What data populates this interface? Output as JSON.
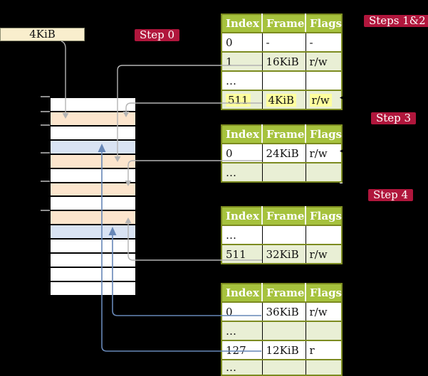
{
  "frame_size_box": {
    "label": "4KiB"
  },
  "step_badges": {
    "step0": "Step 0",
    "steps_1_2": "Steps 1&2",
    "step3": "Step 3",
    "step4": "Step 4"
  },
  "page_tables": [
    {
      "name": "page-table-at-4kib",
      "headers": [
        "Index",
        "Frame",
        "Flags"
      ],
      "rows": [
        {
          "cells": [
            "0",
            "-",
            "-"
          ],
          "shaded": false,
          "highlight": false
        },
        {
          "cells": [
            "1",
            "16KiB",
            "r/w"
          ],
          "shaded": true,
          "highlight": false
        },
        {
          "cells": [
            "…",
            "",
            ""
          ],
          "shaded": false,
          "highlight": false
        },
        {
          "cells": [
            "511",
            "4KiB",
            "r/w"
          ],
          "shaded": true,
          "highlight": true
        }
      ]
    },
    {
      "name": "page-table-at-16kib",
      "headers": [
        "Index",
        "Frame",
        "Flags"
      ],
      "rows": [
        {
          "cells": [
            "0",
            "24KiB",
            "r/w"
          ],
          "shaded": false,
          "highlight": false
        },
        {
          "cells": [
            "…",
            "",
            ""
          ],
          "shaded": true,
          "highlight": false
        }
      ]
    },
    {
      "name": "page-table-at-24kib",
      "headers": [
        "Index",
        "Frame",
        "Flags"
      ],
      "rows": [
        {
          "cells": [
            "…",
            "",
            ""
          ],
          "shaded": false,
          "highlight": false
        },
        {
          "cells": [
            "511",
            "32KiB",
            "r/w"
          ],
          "shaded": true,
          "highlight": false
        }
      ]
    },
    {
      "name": "page-table-at-32kib",
      "headers": [
        "Index",
        "Frame",
        "Flags"
      ],
      "rows": [
        {
          "cells": [
            "0",
            "36KiB",
            "r/w"
          ],
          "shaded": false,
          "highlight": false
        },
        {
          "cells": [
            "…",
            "",
            ""
          ],
          "shaded": true,
          "highlight": false
        },
        {
          "cells": [
            "127",
            "12KiB",
            "r"
          ],
          "shaded": false,
          "highlight": false
        },
        {
          "cells": [
            "…",
            "",
            ""
          ],
          "shaded": true,
          "highlight": false
        }
      ]
    }
  ],
  "memory_column": {
    "rows": [
      {
        "kind": "free"
      },
      {
        "kind": "page-table"
      },
      {
        "kind": "free"
      },
      {
        "kind": "mapped-page"
      },
      {
        "kind": "page-table"
      },
      {
        "kind": "free"
      },
      {
        "kind": "page-table"
      },
      {
        "kind": "free"
      },
      {
        "kind": "page-table"
      },
      {
        "kind": "mapped-page"
      },
      {
        "kind": "free"
      },
      {
        "kind": "free"
      },
      {
        "kind": "free"
      },
      {
        "kind": "free"
      }
    ]
  },
  "colors": {
    "background": "#000000",
    "badge_red": "#b0163c",
    "table_header_green": "#a6c23d",
    "table_shaded_green": "#e9efd5",
    "table_border_olive": "#7c8b20",
    "highlight_yellow": "#feff9e",
    "memory_page_table_peach": "#fce5cd",
    "memory_mapped_page_blue": "#d9e3f3",
    "frame_box_cream": "#f9eecd",
    "connector_gray": "#b4b4b4",
    "connector_blue": "#6787b7"
  }
}
